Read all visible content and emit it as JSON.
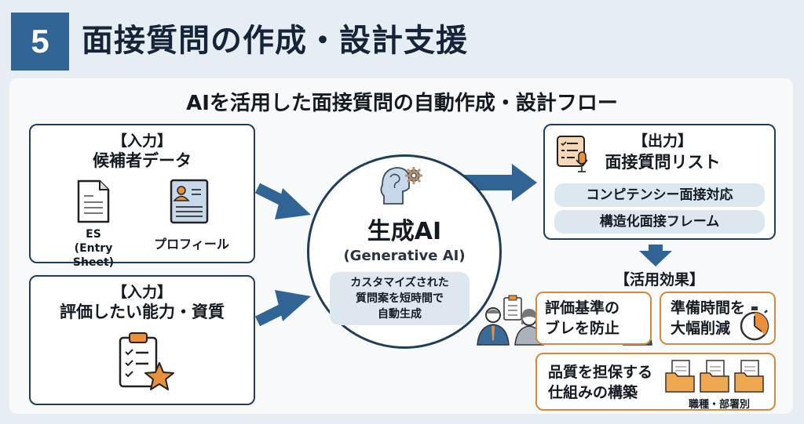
{
  "header": {
    "number": "5",
    "title": "面接質問の作成・設計支援"
  },
  "subtitle": "AIを活用した面接質問の自動作成・設計フロー",
  "input_candidate": {
    "tag": "【入力】",
    "title": "候補者データ",
    "items": [
      {
        "icon": "document-icon",
        "label_line1": "ES",
        "label_line2": "(Entry Sheet)"
      },
      {
        "icon": "profile-card-icon",
        "label_line1": "プロフィール"
      }
    ]
  },
  "input_skills": {
    "tag": "【入力】",
    "title": "評価したい能力・資質",
    "icon": "clipboard-star-icon"
  },
  "center": {
    "icon": "ai-head-gear-icon",
    "title": "生成AI",
    "subtitle": "(Generative AI)",
    "description_lines": [
      "カスタマイズされた",
      "質問案を短時間で",
      "自動生成"
    ]
  },
  "output": {
    "tag": "【出力】",
    "title": "面接質問リスト",
    "icon": "checklist-microphone-icon",
    "items": [
      "コンピテンシー面接対応",
      "構造化面接フレーム"
    ]
  },
  "effects": {
    "heading": "【活用効果】",
    "items": [
      {
        "lines": [
          "評価基準の",
          "ブレを防止"
        ],
        "icon": "interviewers-icon"
      },
      {
        "lines": [
          "準備時間を",
          "大幅削減"
        ],
        "icon": "stopwatch-icon"
      },
      {
        "lines": [
          "品質を担保する",
          "仕組みの構築"
        ],
        "icon": "folders-icon",
        "caption": "職種・部署別"
      }
    ]
  },
  "colors": {
    "primary": "#2f6494",
    "dark": "#1f3e5e",
    "accent": "#e8903a",
    "pill": "#dde7f0"
  }
}
